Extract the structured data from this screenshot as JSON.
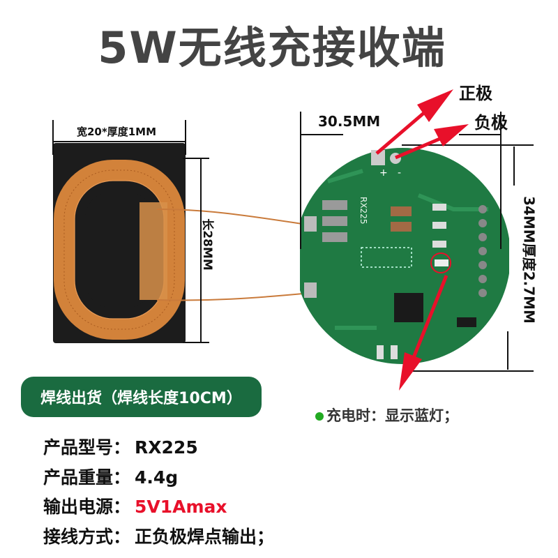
{
  "title": "5W无线充接收端",
  "coil": {
    "dimension_width": "宽20*厚度1MM",
    "dimension_length": "长28MM"
  },
  "board": {
    "silkscreen_model": "RX225",
    "plus_mark": "+",
    "minus_mark": "-",
    "dimension_width": "30.5MM",
    "dimension_diameter": "34MM厚度2.7MM",
    "positive_label": "正极",
    "negative_label": "负极"
  },
  "banner": "焊线出货（焊线长度10CM）",
  "charge_note": "充电时：显示蓝灯；",
  "specs": [
    {
      "label": "产品型号：",
      "value": "RX225"
    },
    {
      "label": "产品重量：",
      "value": "4.4g"
    },
    {
      "label": "输出电源：",
      "value": "5V1Amax"
    },
    {
      "label": "接线方式：",
      "value": "正负极焊点输出；"
    }
  ],
  "colors": {
    "accent_red": "#e8102a",
    "pcb_green": "#1f7a43",
    "banner_green": "#1a6b40",
    "led_dot": "#22aa22"
  }
}
